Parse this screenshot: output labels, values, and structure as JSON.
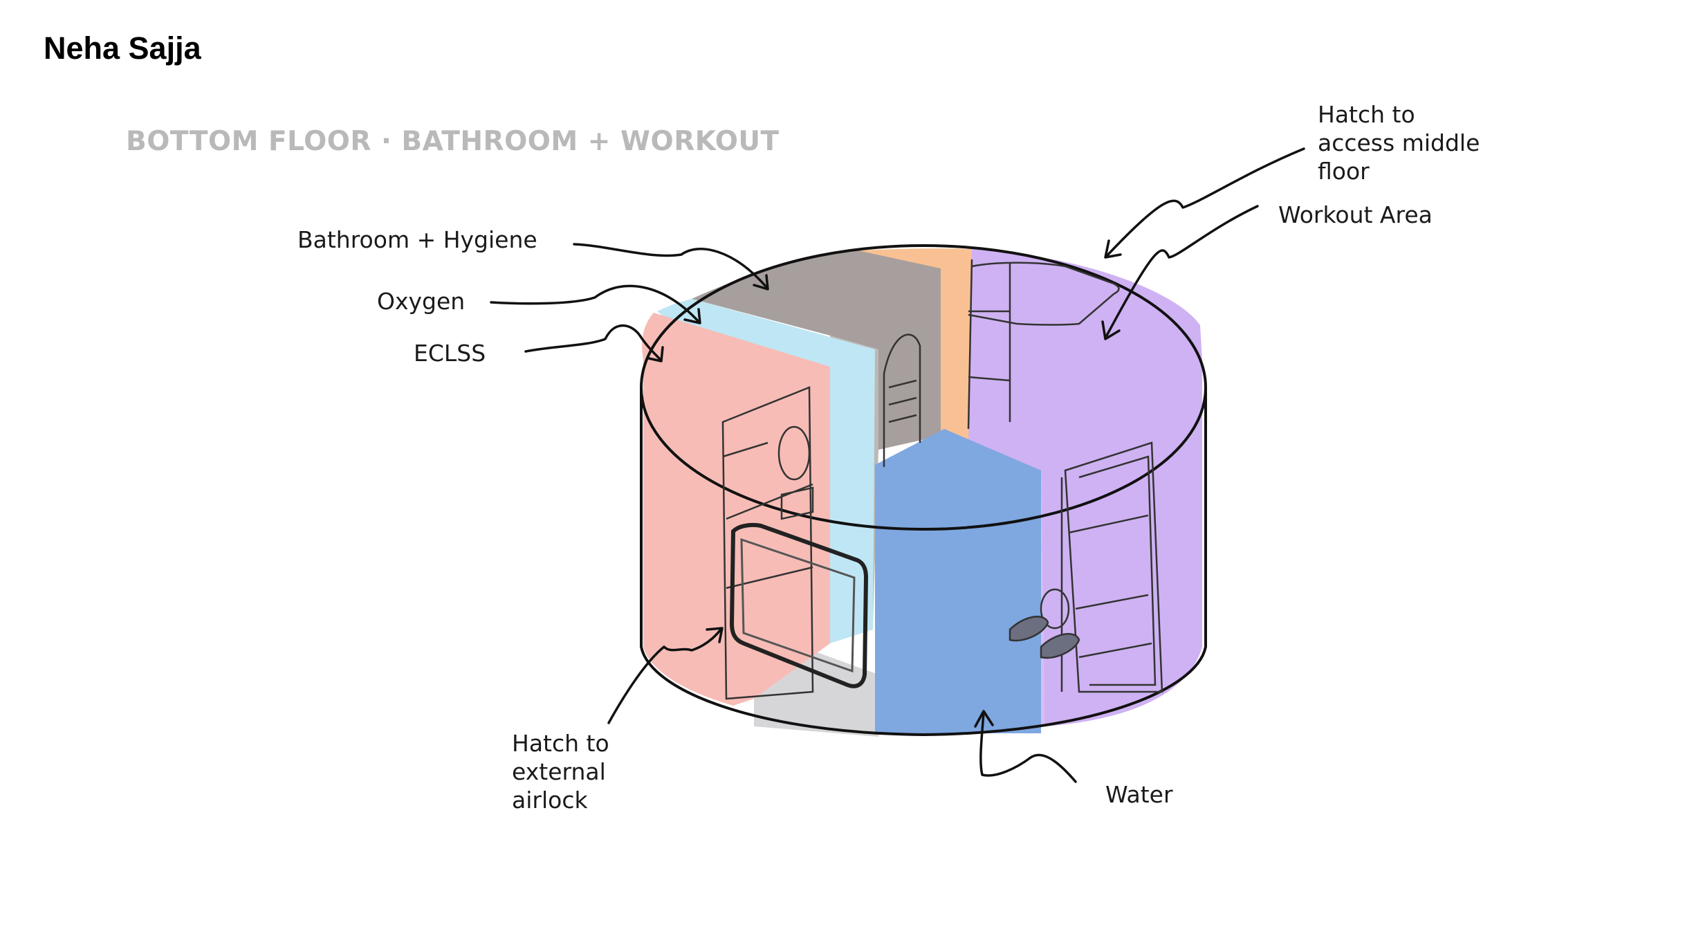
{
  "author": "Neha Sajja",
  "title": "BOTTOM FLOOR · BATHROOM + WORKOUT",
  "labels": {
    "bathroom": "Bathroom + Hygiene",
    "oxygen": "Oxygen",
    "eclss": "ECLSS",
    "hatch_middle": "Hatch to\naccess middle\nfloor",
    "workout": "Workout Area",
    "hatch_airlock": "Hatch to\nexternal\nairlock",
    "water": "Water"
  },
  "colors": {
    "eclss": "#f7bcb6",
    "oxygen": "#bfe6f4",
    "bathroom": "#a79f9d",
    "orange_wall": "#f9c193",
    "workout": "#cfb2f3",
    "water": "#7fa7e0",
    "floor": "#d6d6d8",
    "title_gray": "#b9b9b9"
  }
}
